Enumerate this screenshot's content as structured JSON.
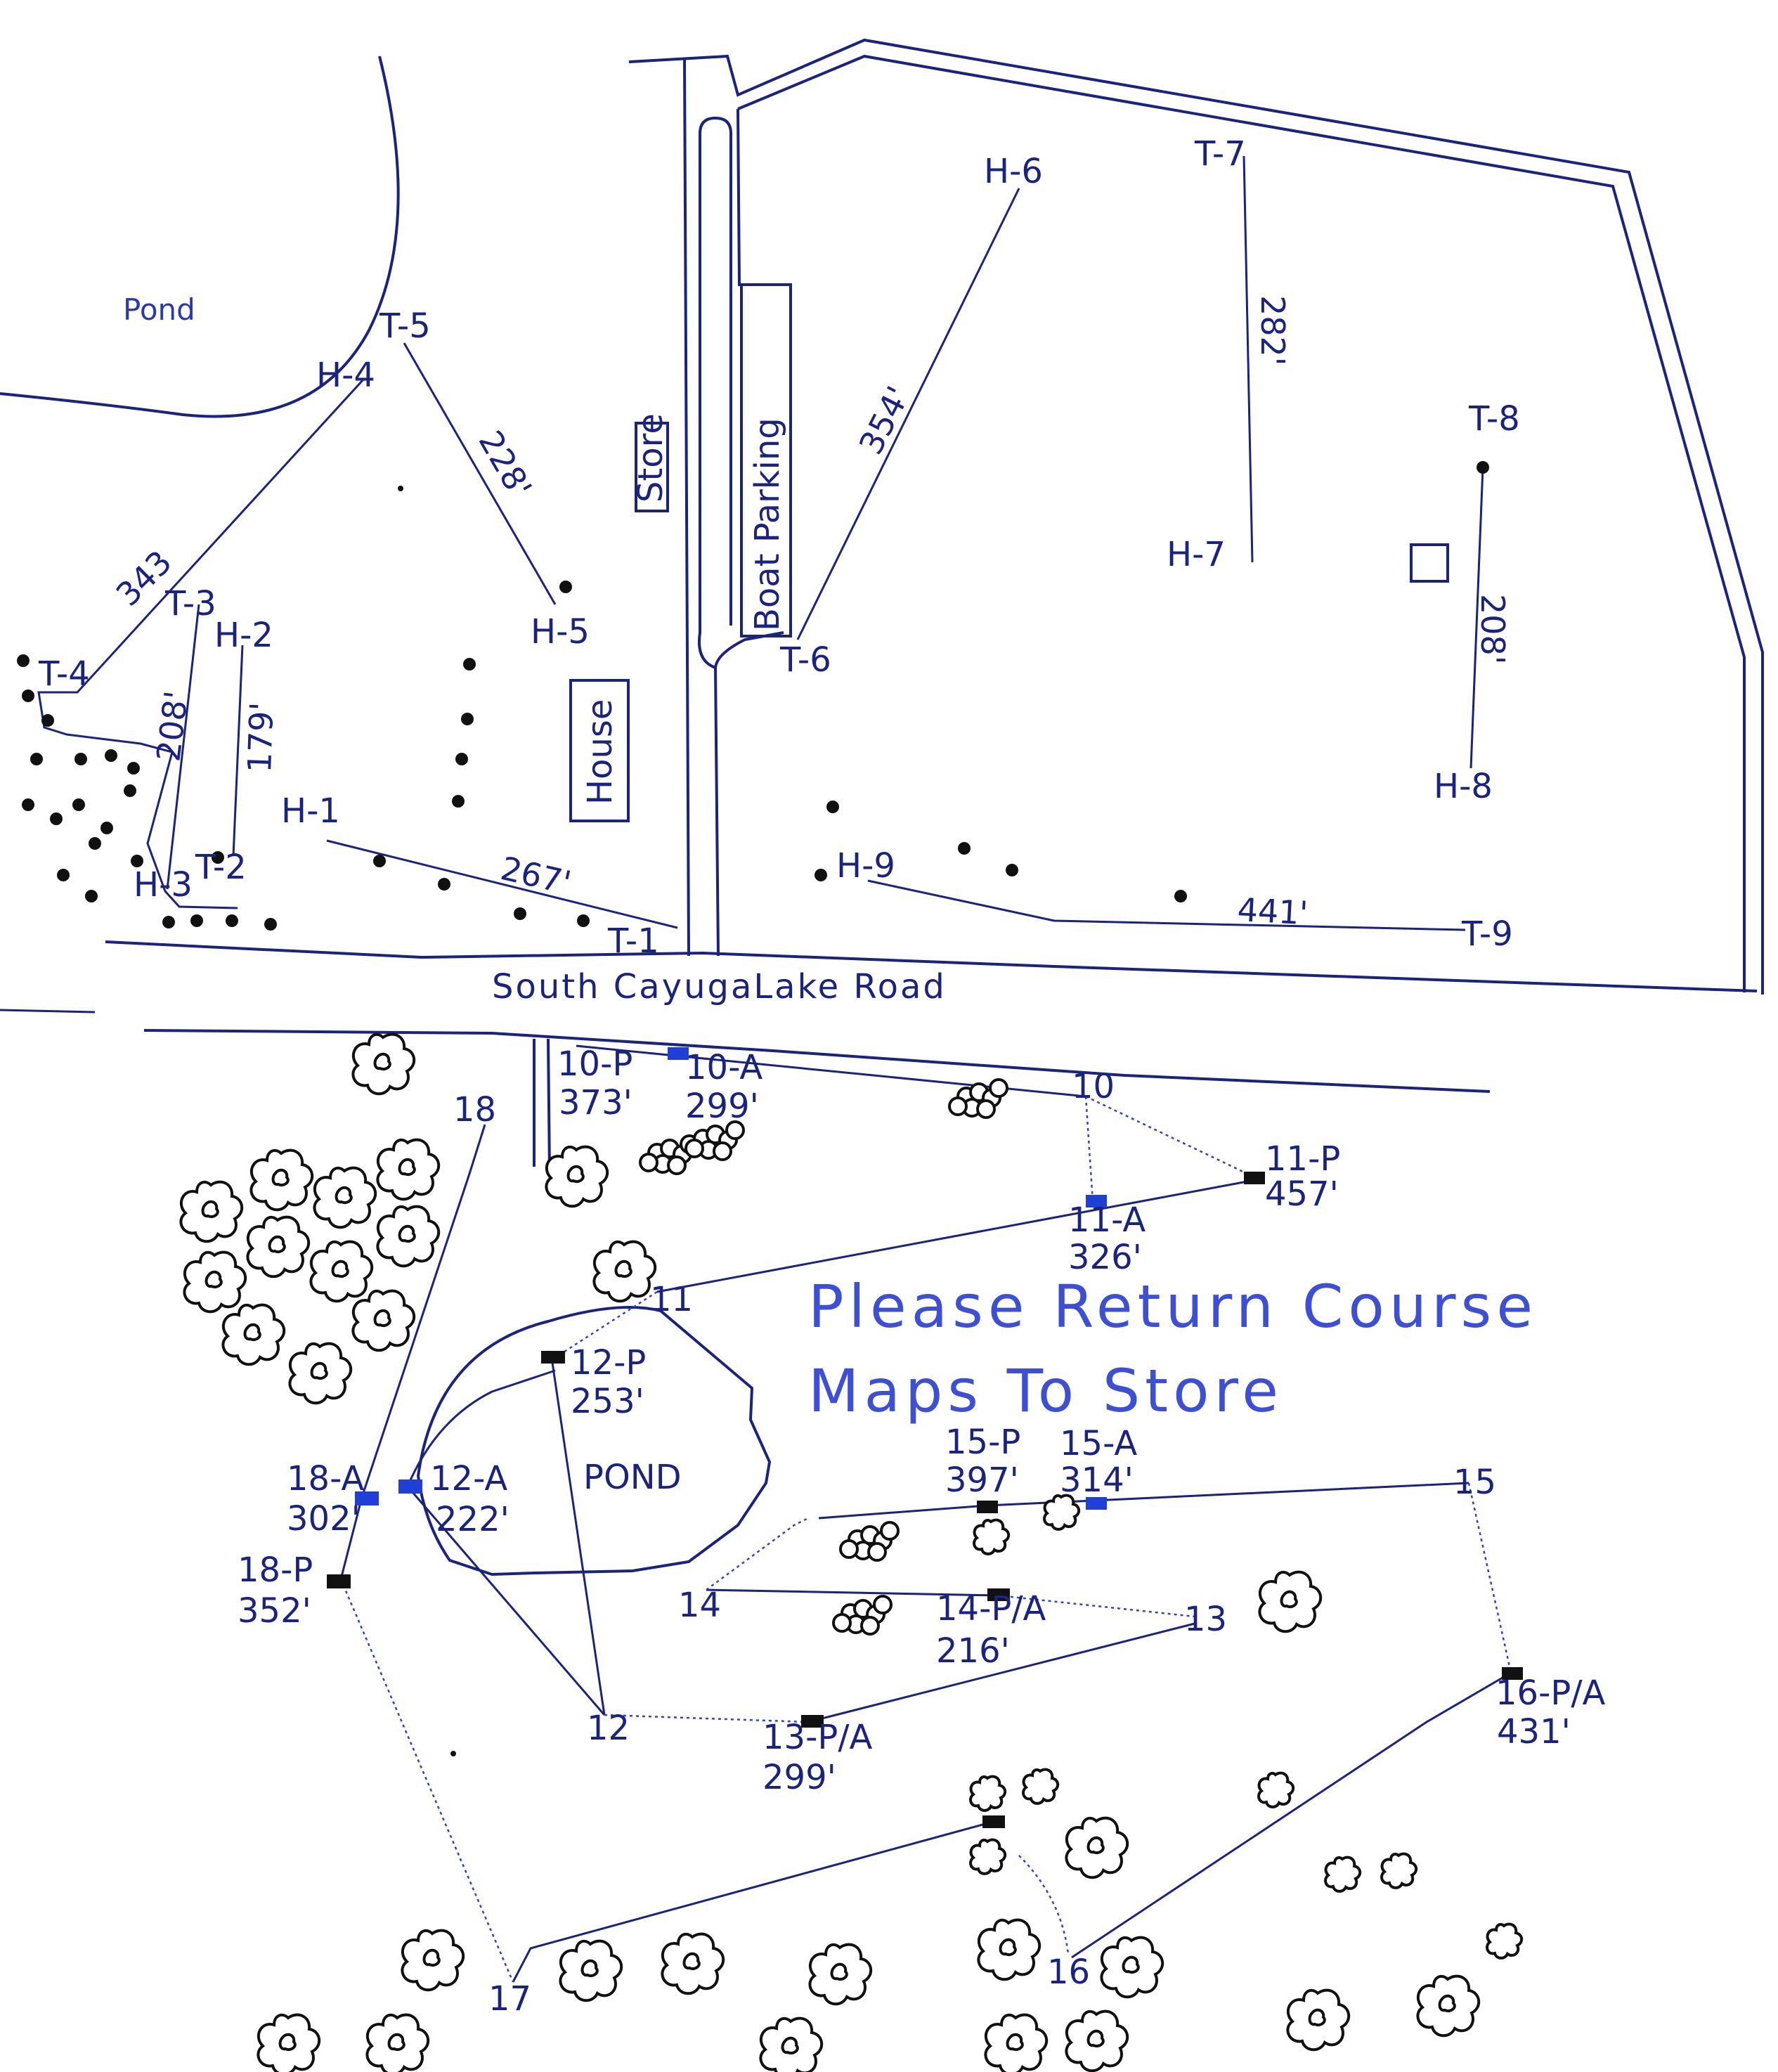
{
  "map": {
    "pond_top_label": "Pond",
    "store_label": "Store",
    "boat_parking_label": "Boat Parking",
    "house_label": "House",
    "road_label": "South CayugaLake Road",
    "pond_bottom_label": "POND",
    "notice_line1": "Please Return Course",
    "notice_line2": "Maps To Store",
    "colors": {
      "ink": "#1a237e",
      "notice": "#3d4fd4",
      "amateur_tee": "#1f3fd6",
      "pro_tee": "#111111"
    }
  },
  "north_course": {
    "tees": [
      "T-1",
      "T-2",
      "T-3",
      "T-4",
      "T-5",
      "T-6",
      "T-7",
      "T-8",
      "T-9"
    ],
    "holes": [
      "H-1",
      "H-2",
      "H-3",
      "H-4",
      "H-5",
      "H-6",
      "H-7",
      "H-8",
      "H-9"
    ],
    "distances": [
      "267'",
      "179'",
      "208'",
      "343",
      "228'",
      "354'",
      "282'",
      "208'",
      "441'"
    ]
  },
  "south_course": {
    "holes": [
      "10",
      "11",
      "12",
      "13",
      "14",
      "15",
      "16",
      "17",
      "18"
    ],
    "tees": [
      {
        "label": "10-P",
        "dist": "373'"
      },
      {
        "label": "10-A",
        "dist": "299'"
      },
      {
        "label": "11-P",
        "dist": "457'"
      },
      {
        "label": "11-A",
        "dist": "326'"
      },
      {
        "label": "12-P",
        "dist": "253'"
      },
      {
        "label": "12-A",
        "dist": "222'"
      },
      {
        "label": "13-P/A",
        "dist": "299'"
      },
      {
        "label": "14-P/A",
        "dist": "216'"
      },
      {
        "label": "15-P",
        "dist": "397'"
      },
      {
        "label": "15-A",
        "dist": "314'"
      },
      {
        "label": "16-P/A",
        "dist": "431'"
      },
      {
        "label": "18-A",
        "dist": "302'"
      },
      {
        "label": "18-P",
        "dist": "352'"
      }
    ]
  }
}
